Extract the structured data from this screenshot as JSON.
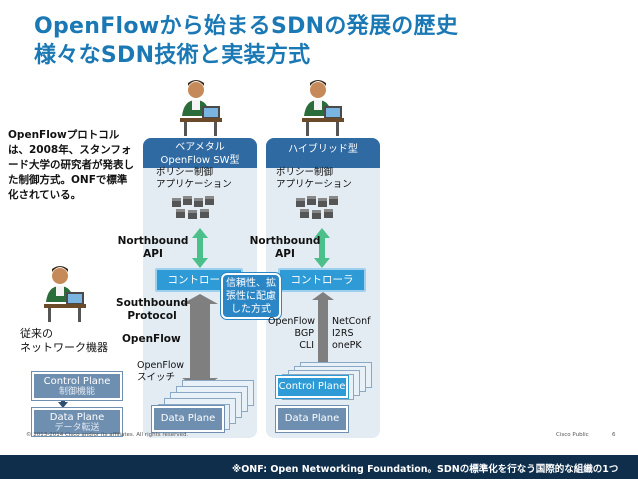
{
  "title": {
    "line1": "OpenFlowから始まるSDNの発展の歴史",
    "line2": "様々なSDN技術と実装方式"
  },
  "description": "OpenFlowプロトコルは、2008年、スタンフォード大学の研究者が発表した制御方式。ONFで標準化されている。",
  "baremetal": {
    "header_line1": "ベアメタル",
    "header_line2": "OpenFlow SW型",
    "app_line1": "ポリシー制御",
    "app_line2": "アプリケーション",
    "controller": "コントローラ",
    "northbound_line1": "Northbound",
    "northbound_line2": "API",
    "southbound_line1": "Southbound",
    "southbound_line2": "Protocol",
    "protocol": "OpenFlow",
    "switch_line1": "OpenFlow",
    "switch_line2": "スイッチ",
    "data_plane": "Data Plane"
  },
  "hybrid": {
    "header": "ハイブリッド型",
    "app_line1": "ポリシー制御",
    "app_line2": "アプリケーション",
    "controller": "コントローラ",
    "northbound_line1": "Northbound",
    "northbound_line2": "API",
    "protocols_left": [
      "OpenFlow",
      "BGP",
      "CLI"
    ],
    "protocols_right": [
      "NetConf",
      "I2RS",
      "onePK"
    ],
    "control_plane": "Control Plane",
    "data_plane": "Data Plane"
  },
  "callout": {
    "line1": "信頼性、拡",
    "line2": "張性に配慮",
    "line3": "した方式"
  },
  "legacy": {
    "title_line1": "従来の",
    "title_line2": "ネットワーク機器",
    "control_plane": "Control Plane",
    "control_sub": "制御機能",
    "data_plane": "Data Plane",
    "data_sub": "データ転送"
  },
  "footer": {
    "copyright": "© 2013-2014 Cisco and/or its affiliates. All rights reserved.",
    "classification": "Cisco Public",
    "page": "6"
  },
  "note": "※ONF: Open Networking Foundation。SDNの標準化を行なう国際的な組織の1つ",
  "colors": {
    "title": "#1a78b4",
    "panel_header": "#2f6aa2",
    "controller": "#2e9bd6",
    "data_plane": "#6f8fb0",
    "note_bar": "#0f2e4c"
  }
}
